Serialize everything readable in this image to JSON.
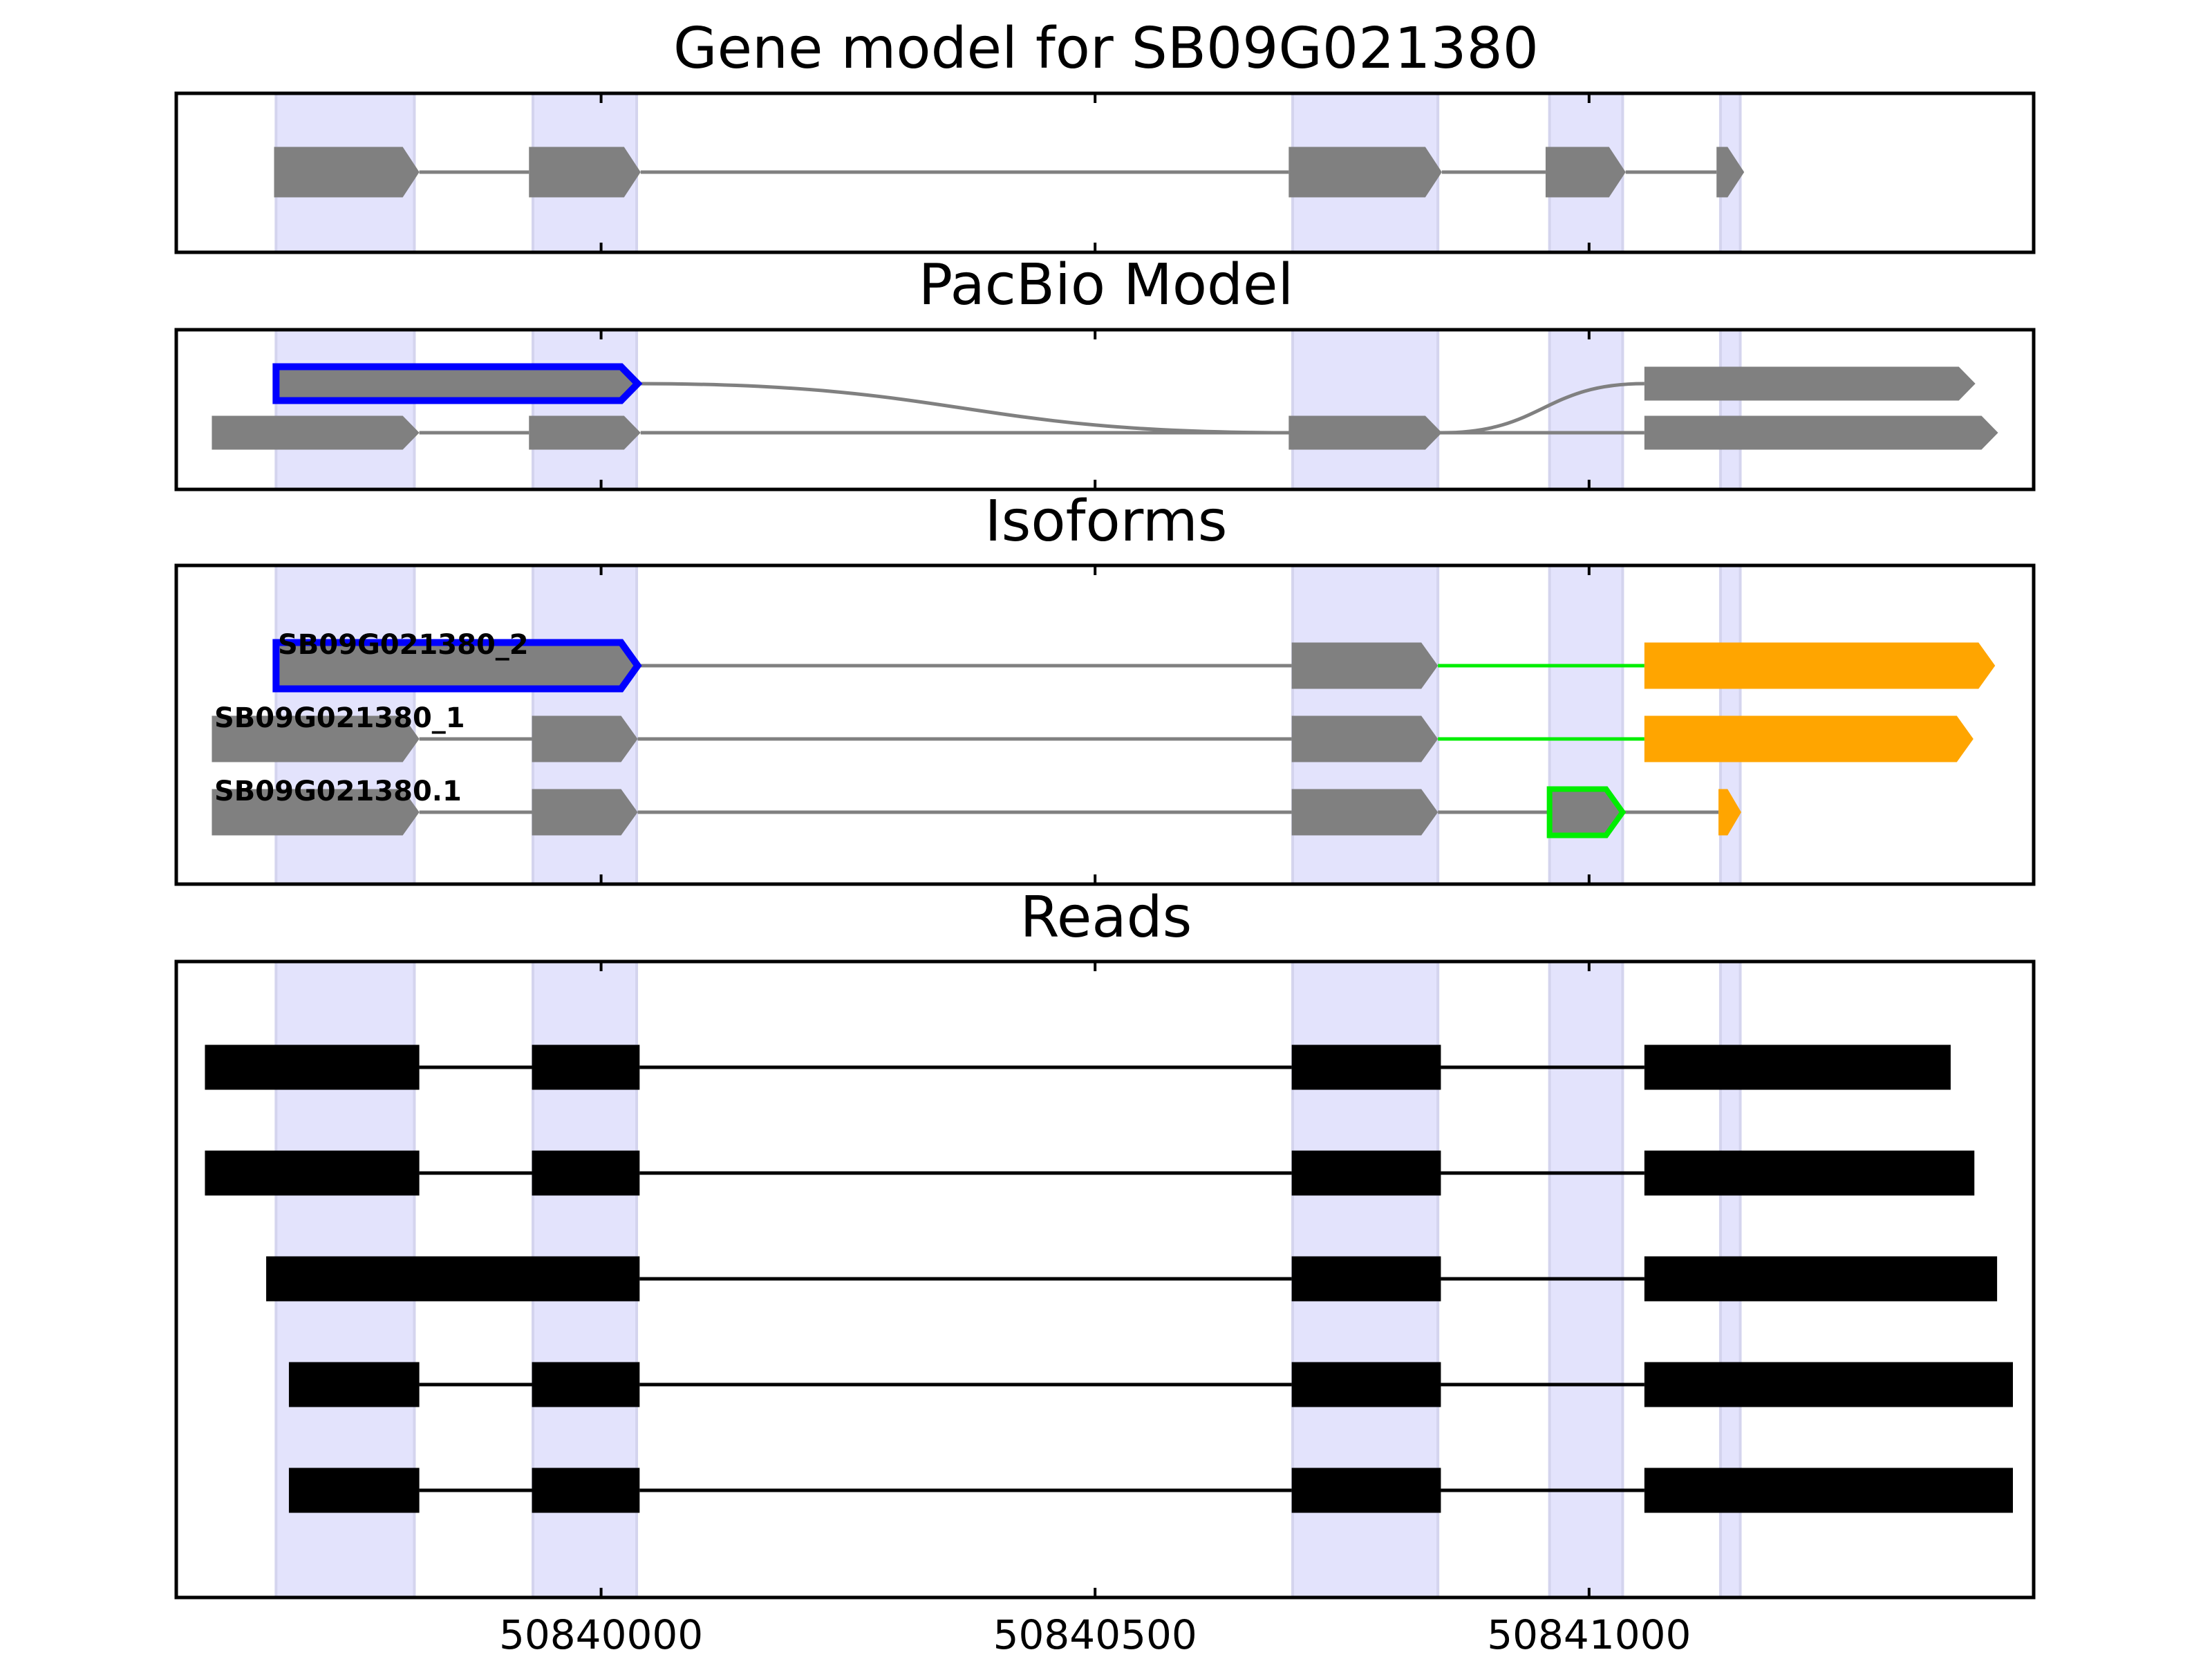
{
  "chart_data": {
    "type": "gene-structure",
    "xlim": [
      50839570,
      50841450
    ],
    "xticks": [
      50840000,
      50840500,
      50841000
    ],
    "xtick_labels": [
      "50840000",
      "50840500",
      "50841000"
    ],
    "highlight_regions": [
      [
        50839671,
        50839811
      ],
      [
        50839931,
        50840036
      ],
      [
        50840700,
        50840847
      ],
      [
        50840960,
        50841034
      ],
      [
        50841133,
        50841153
      ]
    ],
    "colors": {
      "exon": "#808080",
      "intron": "#808080",
      "highlight": "#e3e3fc",
      "selected_outline": "#0000ff",
      "alt_outline": "#00ee00",
      "alt_exon": "#ffa500",
      "read": "#000000"
    },
    "panels": [
      {
        "title": "Gene model for SB09G021380",
        "rows": [
          {
            "exons": [
              [
                50839669,
                50839816
              ],
              [
                50839927,
                50840040
              ],
              [
                50840696,
                50840851
              ],
              [
                50840956,
                50841037
              ],
              [
                50841129,
                50841157
              ]
            ]
          }
        ]
      },
      {
        "title": "PacBio Model",
        "rows": [
          {
            "exons": [
              [
                50839671,
                50840037,
                "selected"
              ],
              [
                50841056,
                50841391
              ]
            ],
            "curve_via": [
              50840696,
              50840851
            ]
          },
          {
            "exons": [
              [
                50839606,
                50839816
              ],
              [
                50839927,
                50840040
              ],
              [
                50840696,
                50840851
              ],
              [
                50841056,
                50841414
              ]
            ]
          }
        ]
      },
      {
        "title": "Isoforms",
        "rows": [
          {
            "label": "SB09G021380_2",
            "exons": [
              [
                50839671,
                50840037,
                "selected"
              ],
              [
                50840699,
                50840847
              ],
              [
                50841056,
                50841411,
                "alt"
              ]
            ],
            "alt_introns": [
              1
            ]
          },
          {
            "label": "SB09G021380_1",
            "exons": [
              [
                50839606,
                50839816
              ],
              [
                50839930,
                50840037
              ],
              [
                50840699,
                50840847
              ],
              [
                50841056,
                50841389,
                "alt"
              ]
            ],
            "alt_introns": [
              2
            ]
          },
          {
            "label": "SB09G021380.1",
            "exons": [
              [
                50839606,
                50839816
              ],
              [
                50839930,
                50840037
              ],
              [
                50840699,
                50840847
              ],
              [
                50840960,
                50841034,
                "altoutline"
              ],
              [
                50841131,
                50841154,
                "alt"
              ]
            ],
            "alt_introns": []
          }
        ]
      },
      {
        "title": "Reads",
        "rows": [
          {
            "exons": [
              [
                50839599,
                50839816
              ],
              [
                50839930,
                50840039
              ],
              [
                50840699,
                50840850
              ],
              [
                50841056,
                50841366
              ]
            ]
          },
          {
            "exons": [
              [
                50839599,
                50839816
              ],
              [
                50839930,
                50840039
              ],
              [
                50840699,
                50840850
              ],
              [
                50841056,
                50841390
              ]
            ]
          },
          {
            "exons": [
              [
                50839661,
                50840039
              ],
              [
                50840699,
                50840850
              ],
              [
                50841056,
                50841413
              ]
            ]
          },
          {
            "exons": [
              [
                50839684,
                50839816
              ],
              [
                50839930,
                50840039
              ],
              [
                50840699,
                50840850
              ],
              [
                50841056,
                50841429
              ]
            ]
          },
          {
            "exons": [
              [
                50839684,
                50839816
              ],
              [
                50839930,
                50840039
              ],
              [
                50840699,
                50840850
              ],
              [
                50841056,
                50841429
              ]
            ]
          }
        ]
      }
    ]
  }
}
